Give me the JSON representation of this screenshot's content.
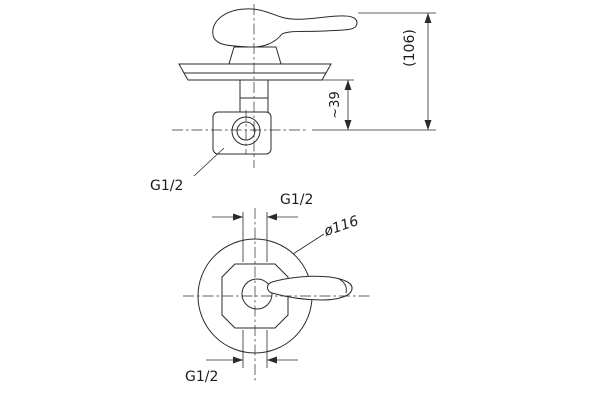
{
  "labels": {
    "side_view": {
      "total_height": "(106)",
      "outlet_offset": "~39",
      "inlet_thread": "G1/2"
    },
    "front_view": {
      "top_thread": "G1/2",
      "bottom_thread": "G1/2",
      "flange_diameter": "ø116"
    }
  },
  "colors": {
    "line": "#2b2b2b",
    "background": "#ffffff"
  }
}
